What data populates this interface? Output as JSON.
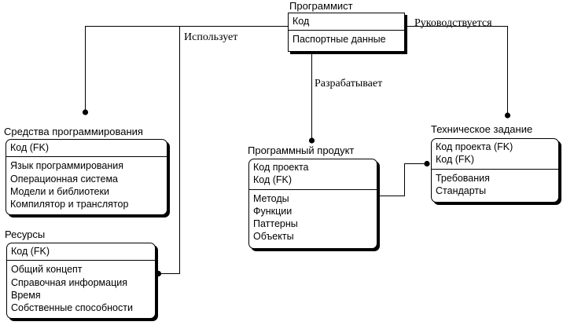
{
  "entities": {
    "programmer": {
      "title": "Программист",
      "keys": [
        "Код"
      ],
      "attrs": [
        "Паспортные данные"
      ]
    },
    "tools": {
      "title": "Средства программирования",
      "keys": [
        "Код (FK)"
      ],
      "attrs": [
        "Язык программирования",
        "Операционная система",
        "Модели и библиотеки",
        "Компилятор и транслятор"
      ]
    },
    "product": {
      "title": "Программный продукт",
      "keys": [
        "Код проекта",
        "Код (FK)"
      ],
      "attrs": [
        "Методы",
        "Функции",
        "Паттерны",
        "Объекты"
      ]
    },
    "spec": {
      "title": "Техническое задание",
      "keys": [
        "Код проекта (FK)",
        "Код (FK)"
      ],
      "attrs": [
        "Требования",
        "Стандарты"
      ]
    },
    "resources": {
      "title": "Ресурсы",
      "keys": [
        "Код (FK)"
      ],
      "attrs": [
        "Общий концепт",
        "Справочная информация",
        "Время",
        "Собственные способности"
      ]
    }
  },
  "relationships": {
    "uses": "Использует",
    "guided_by": "Руководствуется",
    "develops": "Разрабатывает"
  }
}
